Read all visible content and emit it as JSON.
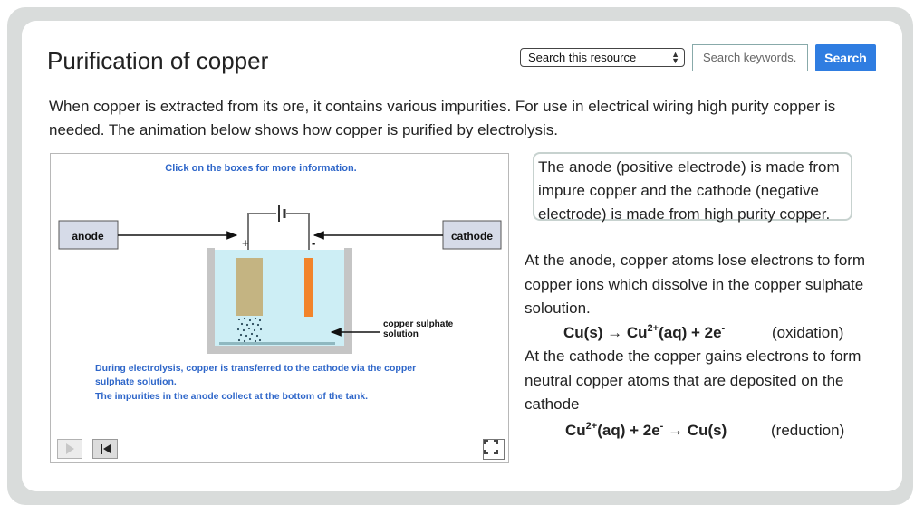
{
  "page": {
    "title": "Purification of copper",
    "intro": "When copper is extracted from its ore, it contains various impurities. For use in electrical wiring high purity copper is needed. The animation below shows how copper is purified by electrolysis."
  },
  "search": {
    "scope_selected": "Search this resource",
    "placeholder": "Search keywords.",
    "button_label": "Search"
  },
  "animation": {
    "instruction": "Click on the boxes for more information.",
    "anode_box": "anode",
    "cathode_box": "cathode",
    "plus_sign": "+",
    "minus_sign": "-",
    "solution_label_line1": "copper sulphate",
    "solution_label_line2": "solution",
    "caption_line1": "During electrolysis, copper is transferred to the cathode via the copper",
    "caption_line2": "sulphate solution.",
    "caption_line3": "The impurities in the anode collect at the bottom of the tank.",
    "colors": {
      "anode": "#c4b482",
      "cathode": "#f2842b",
      "solution": "#cdeef5",
      "tank": "#c5c5c5",
      "text_blue": "#2e66c9"
    }
  },
  "explanation": {
    "info_box": "The anode (positive electrode) is made from impure copper and the cathode (negative electrode) is made from high purity copper.",
    "anode_text": "At the anode, copper atoms lose electrons to form copper ions which dissolve in the copper sulphate soloution.",
    "oxidation": {
      "left": "Cu(s) → Cu",
      "ion_charge": "2+",
      "middle": "(aq) + 2e",
      "electron_charge": "-",
      "label": "(oxidation)"
    },
    "cathode_text": "At the cathode the copper gains electrons to form neutral copper atoms that are deposited on the cathode",
    "reduction": {
      "left": "Cu",
      "ion_charge": "2+",
      "middle": "(aq) + 2e",
      "electron_charge": "-",
      "right": " → Cu(s)",
      "label": "(reduction)"
    }
  }
}
